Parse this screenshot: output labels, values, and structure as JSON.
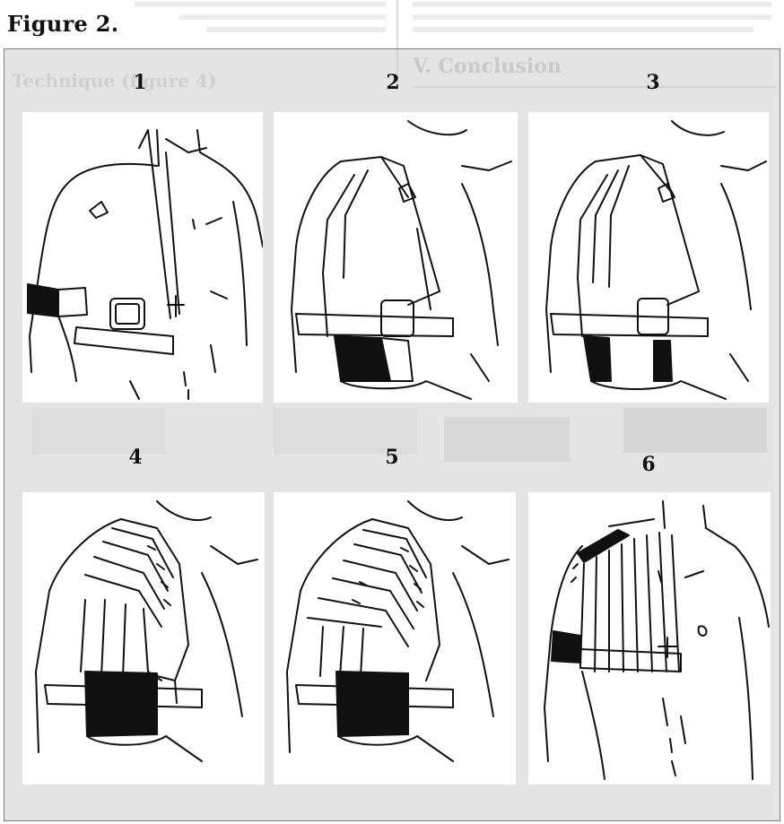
{
  "figure": {
    "title": "Figure 2."
  },
  "page_background_text": {
    "heading_right": "V. Conclusion",
    "heading_left": "3. Technique (figure 4)"
  },
  "panels": [
    {
      "number": "1"
    },
    {
      "number": "2"
    },
    {
      "number": "3"
    },
    {
      "number": "4"
    },
    {
      "number": "5"
    },
    {
      "number": "6"
    }
  ],
  "colors": {
    "frame_bg": "#e4e4e4",
    "panel_bg": "#ffffff",
    "ink": "#111111"
  }
}
